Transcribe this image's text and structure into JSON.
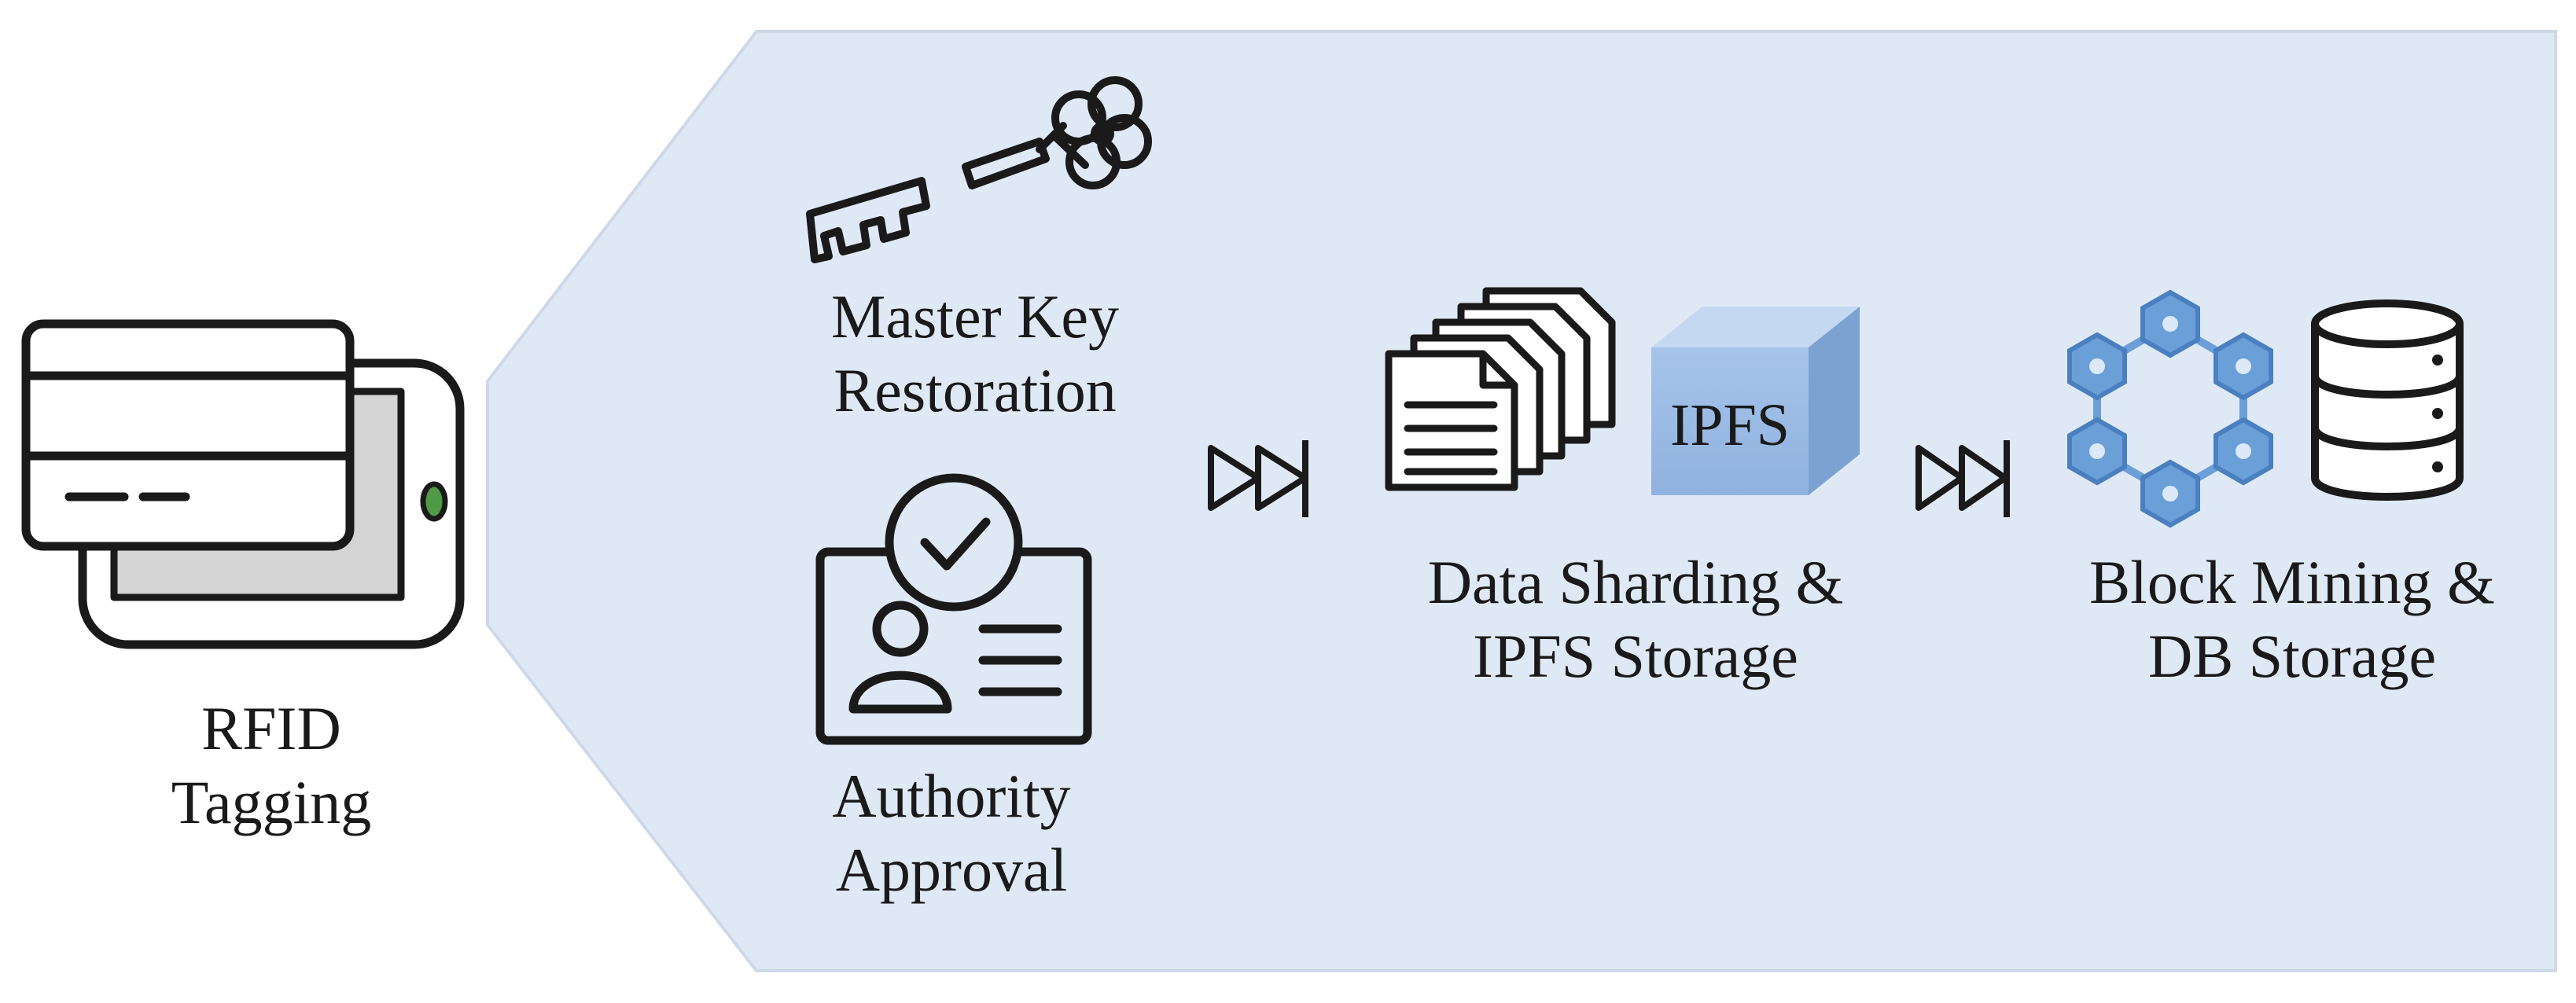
{
  "panel_color": "#dfe9f5",
  "steps": {
    "rfid": {
      "line1": "RFID",
      "line2": "Tagging"
    },
    "master_key": {
      "line1": "Master Key",
      "line2": "Restoration"
    },
    "authority": {
      "line1": "Authority",
      "line2": "Approval"
    },
    "sharding": {
      "line1": "Data Sharding &",
      "line2": "IPFS Storage",
      "cube_label": "IPFS"
    },
    "mining": {
      "line1": "Block Mining &",
      "line2": "DB Storage"
    }
  },
  "icons": [
    "rfid-card-reader-icon",
    "keys-icon",
    "id-card-check-icon",
    "fast-forward-icon",
    "documents-stack-icon",
    "ipfs-cube-icon",
    "blockchain-ring-icon",
    "database-icon"
  ],
  "accent_colors": {
    "cube_front": "#9dbde6",
    "node_fill": "#6a9fd8",
    "led": "#4f9a45"
  }
}
